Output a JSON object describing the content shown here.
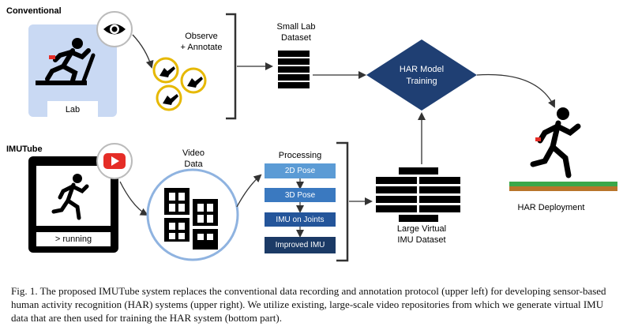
{
  "labels": {
    "conventional": "Conventional",
    "imutube": "IMUTube",
    "lab": "Lab",
    "observe": "Observe",
    "annotate": "+ Annotate",
    "small_lab_dataset_1": "Small Lab",
    "small_lab_dataset_2": "Dataset",
    "har_model_1": "HAR Model",
    "har_model_2": "Training",
    "har_deployment": "HAR Deployment",
    "video_1": "Video",
    "video_2": "Data",
    "processing": "Processing",
    "running": "> running",
    "large_virtual_1": "Large Virtual",
    "large_virtual_2": "IMU Dataset"
  },
  "pipeline": [
    {
      "label": "2D Pose",
      "color": "#5b9bd5"
    },
    {
      "label": "3D Pose",
      "color": "#3a79c0"
    },
    {
      "label": "IMU on Joints",
      "color": "#24559a"
    },
    {
      "label": "Improved IMU",
      "color": "#1b3a66"
    }
  ],
  "caption": "Fig. 1.  The proposed IMUTube system replaces the conventional data recording and annotation protocol (upper left) for developing sensor-based human activity recognition (HAR) systems (upper right). We utilize existing, large-scale video repositories from which we generate virtual IMU data that are then used for training the HAR system (bottom part).",
  "colors": {
    "lab_bg": "#c9d9f3",
    "diamond": "#1f3f73",
    "annotator_ring": "#e6b800",
    "video_ring": "#8fb3e0",
    "youtube_red": "#e52d27",
    "grass": "#3aa84a",
    "soil": "#b8752a"
  },
  "icons": [
    "eye-icon",
    "youtube-play-icon",
    "runner-icon",
    "annotator-icon",
    "film-icon",
    "database-stack-icon"
  ]
}
